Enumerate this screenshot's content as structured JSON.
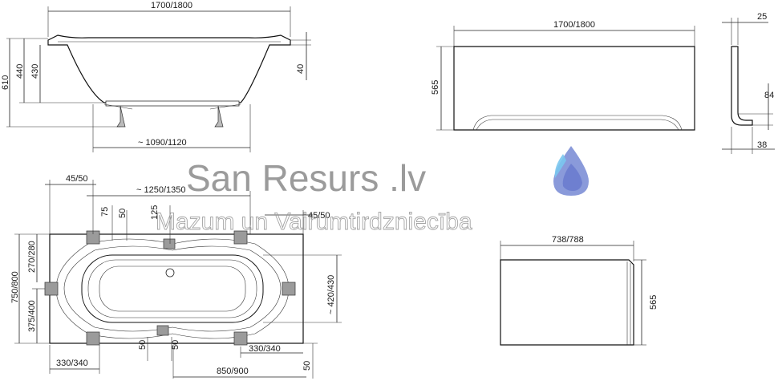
{
  "watermark": {
    "title": "San Resurs .lv",
    "subtitle": "Mazum un Vairumtirdzniecība",
    "drop_icon": "water-drop-icon"
  },
  "labels": {
    "side_total_length": "1700/1800",
    "side_height_610": "610",
    "side_height_440": "440",
    "side_height_430": "430",
    "side_rim_40": "40",
    "side_feet_span": "1090/1120",
    "panel_length": "1700/1800",
    "panel_height": "565",
    "profile_25": "25",
    "profile_84": "84",
    "profile_38": "38",
    "top_45_50_a": "45/50",
    "top_1250_1350": "1250/1350",
    "top_75": "75",
    "top_50_a": "50",
    "top_125": "125",
    "top_45_50_b": "45/50",
    "top_270_280": "270/280",
    "top_750_800": "750/800",
    "top_375_400": "375/400",
    "top_420_430": "420/430",
    "top_50_b": "50",
    "top_50_c": "50",
    "top_330_340_a": "330/340",
    "top_330_340_b": "330/340",
    "top_850_900": "850/900",
    "top_50_d": "50",
    "end_panel_width": "738/788",
    "end_panel_height": "565"
  }
}
